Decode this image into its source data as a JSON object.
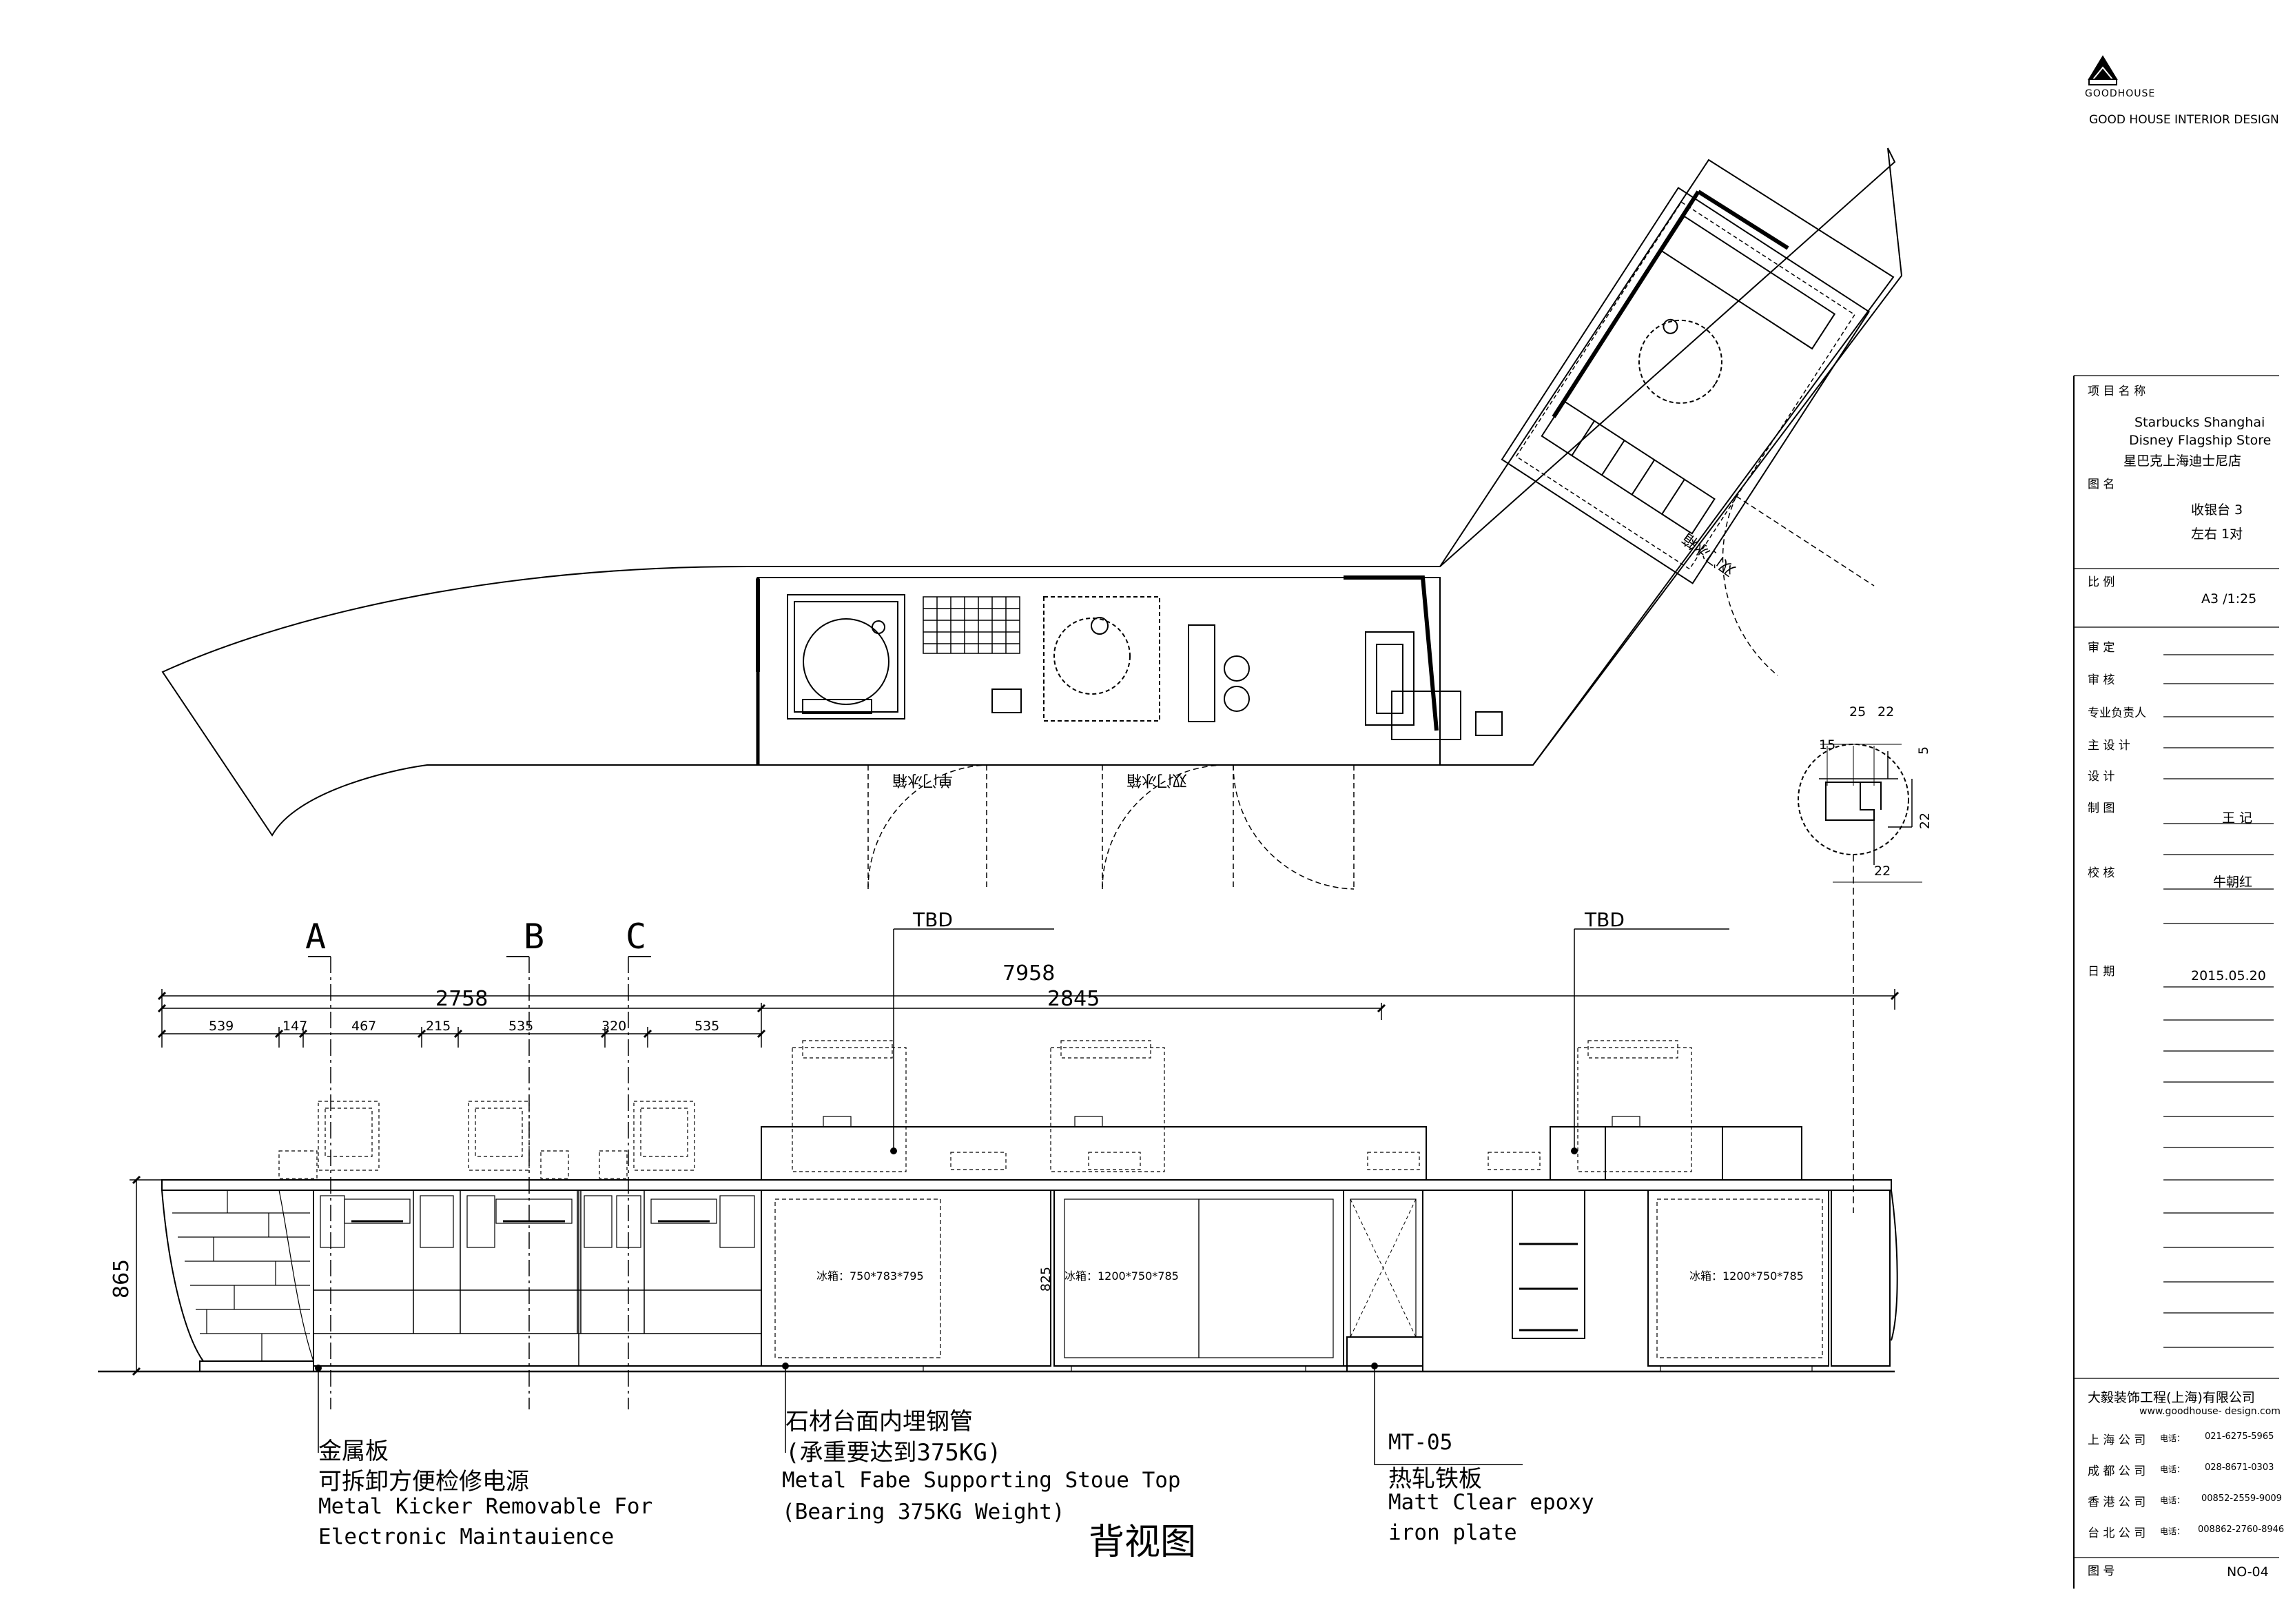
{
  "brand": {
    "logo_text": "GOODHOUSE",
    "company_line": "GOOD HOUSE INTERIOR DESIGN"
  },
  "title_block": {
    "project_label": "项 目 名 称",
    "project_name_en_1": "Starbucks Shanghai",
    "project_name_en_2": "Disney Flagship Store",
    "project_name_cn": "星巴克上海迪士尼店",
    "drawing_name_label": "图      名",
    "drawing_name_1": "收银台 3",
    "drawing_name_2": "左右 1对",
    "scale_label": "比      例",
    "scale_value": "A3 /1:25",
    "approve_label": "审      定",
    "review_label": "审      核",
    "chief_label": "专业负责人",
    "lead_design_label": "主  设  计",
    "design_label": "设      计",
    "draw_label": "制      图",
    "draw_value": "王 记",
    "check_label": "校      核",
    "check_value": "牛朝红",
    "date_label": "日      期",
    "date_value": "2015.05.20",
    "company_name": "大毅装饰工程(上海)有限公司",
    "website": "www.goodhouse- design.com",
    "offices": [
      {
        "city": "上 海 公 司",
        "phone_label": "电话：",
        "phone": "021-6275-5965"
      },
      {
        "city": "成 都 公 司",
        "phone_label": "电话：",
        "phone": "028-8671-0303"
      },
      {
        "city": "香 港 公 司",
        "phone_label": "电话：",
        "phone": "00852-2559-9009"
      },
      {
        "city": "台 北 公 司",
        "phone_label": "电话：",
        "phone": "008862-2760-8946"
      }
    ],
    "sheet_label": "图      号",
    "sheet_value": "NO-04"
  },
  "plan": {
    "door_label_1": "单门冰箱",
    "door_label_2": "双门冰箱",
    "door_label_3": "双门冰箱"
  },
  "detail": {
    "dims": [
      "25",
      "22",
      "15",
      "5",
      "22",
      "22"
    ]
  },
  "elevation": {
    "section_markers": [
      "A",
      "B",
      "C"
    ],
    "tbd_1": "TBD",
    "tbd_2": "TBD",
    "dim_total": "7958",
    "dim_left": "2758",
    "dim_right": "2845",
    "dim_segments": [
      "539",
      "147",
      "467",
      "215",
      "535",
      "320",
      "535"
    ],
    "height_dim": "865",
    "inner_height_dim": "825",
    "fridge_1": "冰箱：750*783*795",
    "fridge_2": "冰箱：1200*750*785",
    "fridge_3": "冰箱：1200*750*785",
    "view_title": "背视图"
  },
  "notes": {
    "n1_cn_1": "金属板",
    "n1_cn_2": "可拆卸方便检修电源",
    "n1_en_1": "Metal Kicker Removable For",
    "n1_en_2": "Electronic Maintauience",
    "n2_cn_1": "石材台面内埋钢管",
    "n2_cn_2": "(承重要达到375KG)",
    "n2_en_1": "Metal Fabe Supporting Stoue Top",
    "n2_en_2": "(Bearing 375KG Weight)",
    "n3_code": "MT-05",
    "n3_cn": "热轧铁板",
    "n3_en_1": "Matt Clear epoxy",
    "n3_en_2": "iron plate"
  }
}
